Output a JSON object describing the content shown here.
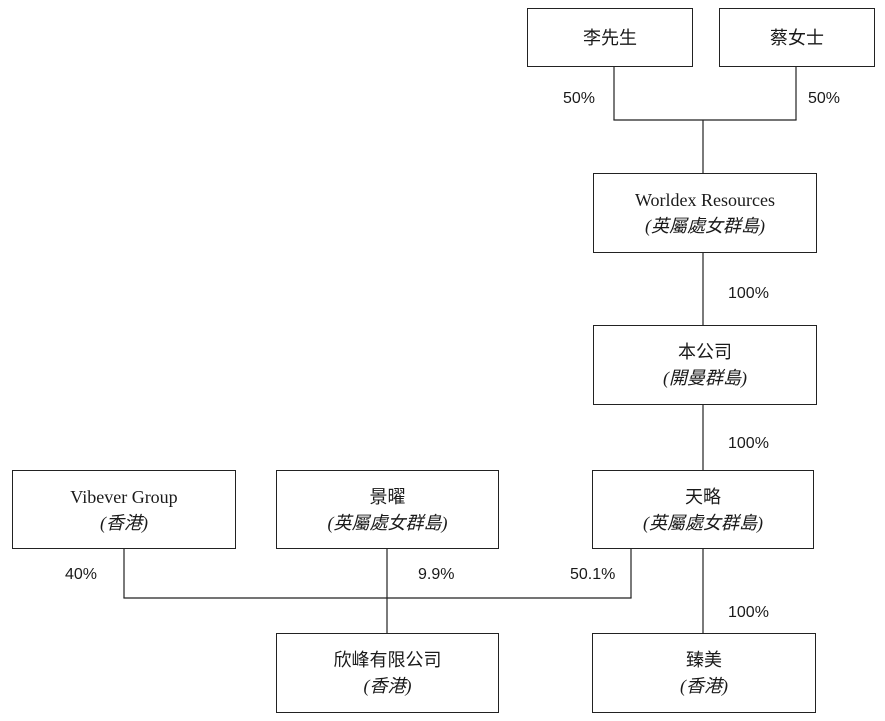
{
  "entities": {
    "mr_li": {
      "name": "李先生"
    },
    "ms_cai": {
      "name": "蔡女士"
    },
    "worldex": {
      "name": "Worldex Resources",
      "place": "(英屬處女群島)"
    },
    "company": {
      "name": "本公司",
      "place": "(開曼群島)"
    },
    "tianlue": {
      "name": "天略",
      "place": "(英屬處女群島)"
    },
    "vibever": {
      "name": "Vibever Group",
      "place": "(香港)"
    },
    "jingyao": {
      "name": "景曜",
      "place": "(英屬處女群島)"
    },
    "xinfeng": {
      "name": "欣峰有限公司",
      "place": "(香港)"
    },
    "zhenmei": {
      "name": "臻美",
      "place": "(香港)"
    }
  },
  "ownership": {
    "li_to_worldex": "50%",
    "cai_to_worldex": "50%",
    "worldex_to_company": "100%",
    "company_to_tianlue": "100%",
    "vibever_to_xinfeng": "40%",
    "jingyao_to_xinfeng": "9.9%",
    "tianlue_to_xinfeng": "50.1%",
    "tianlue_to_zhenmei": "100%"
  }
}
